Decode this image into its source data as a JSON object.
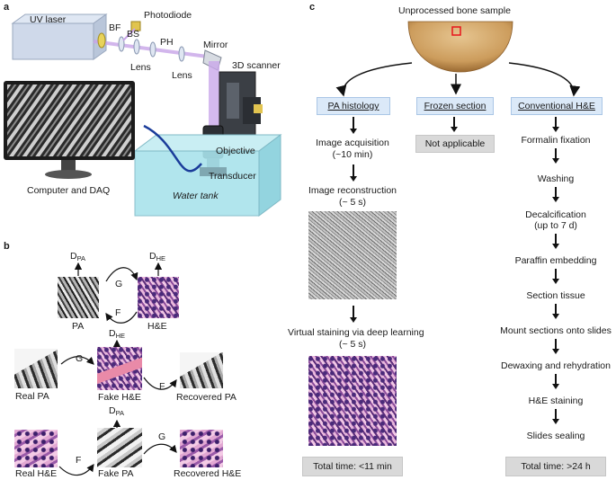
{
  "panels": {
    "a": "a",
    "b": "b",
    "c": "c"
  },
  "panel_a": {
    "uv_laser": "UV laser",
    "bf": "BF",
    "bs": "BS",
    "photodiode": "Photodiode",
    "ph": "PH",
    "lens1": "Lens",
    "lens2": "Lens",
    "mirror": "Mirror",
    "scanner": "3D scanner",
    "objective": "Objective",
    "transducer": "Transducer",
    "water_tank": "Water tank",
    "computer": "Computer and DAQ"
  },
  "panel_b": {
    "d": "D",
    "d_pa_sub": "PA",
    "d_he_sub": "HE",
    "g": "G",
    "f": "F",
    "pa": "PA",
    "he": "H&E",
    "real_pa": "Real PA",
    "fake_he": "Fake H&E",
    "recovered_pa": "Recovered PA",
    "real_he": "Real H&E",
    "fake_pa": "Fake PA",
    "recovered_he": "Recovered H&E"
  },
  "panel_c": {
    "sample_title": "Unprocessed bone sample",
    "pa_histology": "PA histology",
    "frozen_section": "Frozen section",
    "conventional_he": "Conventional H&E",
    "not_applicable": "Not applicable",
    "pa_steps": {
      "acq1": "Image acquisition",
      "acq2": "(~10 min)",
      "rec1": "Image reconstruction",
      "rec2": "(~ 5 s)",
      "vs1": "Virtual staining via deep learning",
      "vs2": "(~ 5 s)"
    },
    "he_steps": [
      "Formalin fixation",
      "Washing",
      "Decalcification",
      "(up to 7 d)",
      "Paraffin embedding",
      "Section tissue",
      "Mount sections onto slides",
      "Dewaxing and rehydration",
      "H&E staining",
      "Slides sealing"
    ],
    "pa_total": "Total time: <11 min",
    "he_total": "Total time: >24 h"
  },
  "colors": {
    "blue_box": "#dbe9f8",
    "grey_box": "#d9d9d9",
    "red_marker": "#e8141b"
  }
}
